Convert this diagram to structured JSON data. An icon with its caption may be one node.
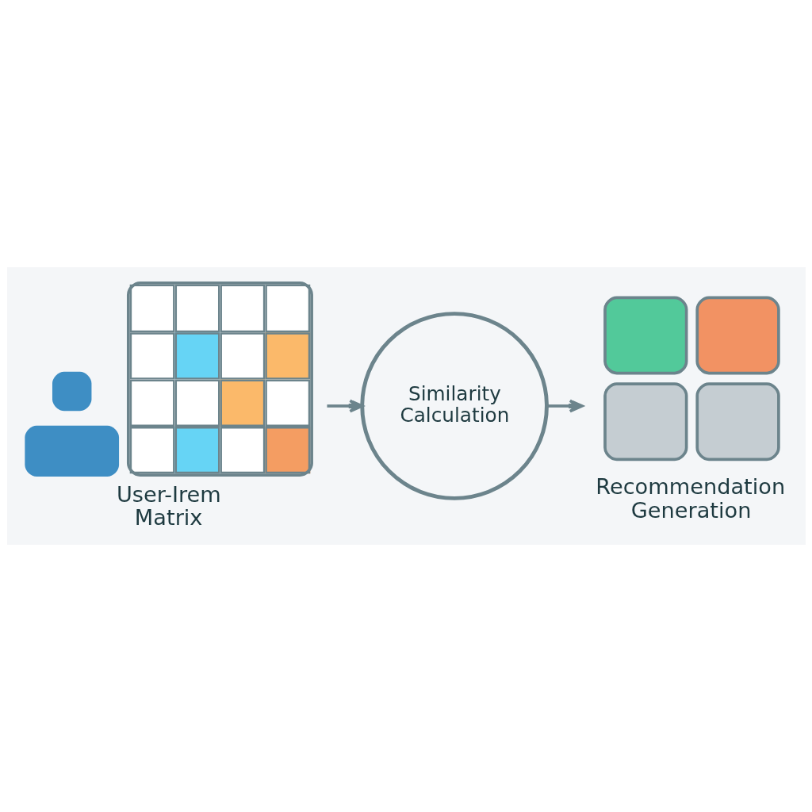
{
  "diagram": {
    "nodes": [
      {
        "text": [
          "User-Irem Matrix"
        ]
      },
      {
        "text": [
          "Similarity Calculation"
        ]
      },
      {
        "text": [
          "Recommendation Generation"
        ]
      }
    ],
    "edges": [
      {
        "from": 0,
        "to": 1,
        "arrow": "to"
      },
      {
        "from": 1,
        "to": 2,
        "arrow": "to"
      }
    ]
  }
}
